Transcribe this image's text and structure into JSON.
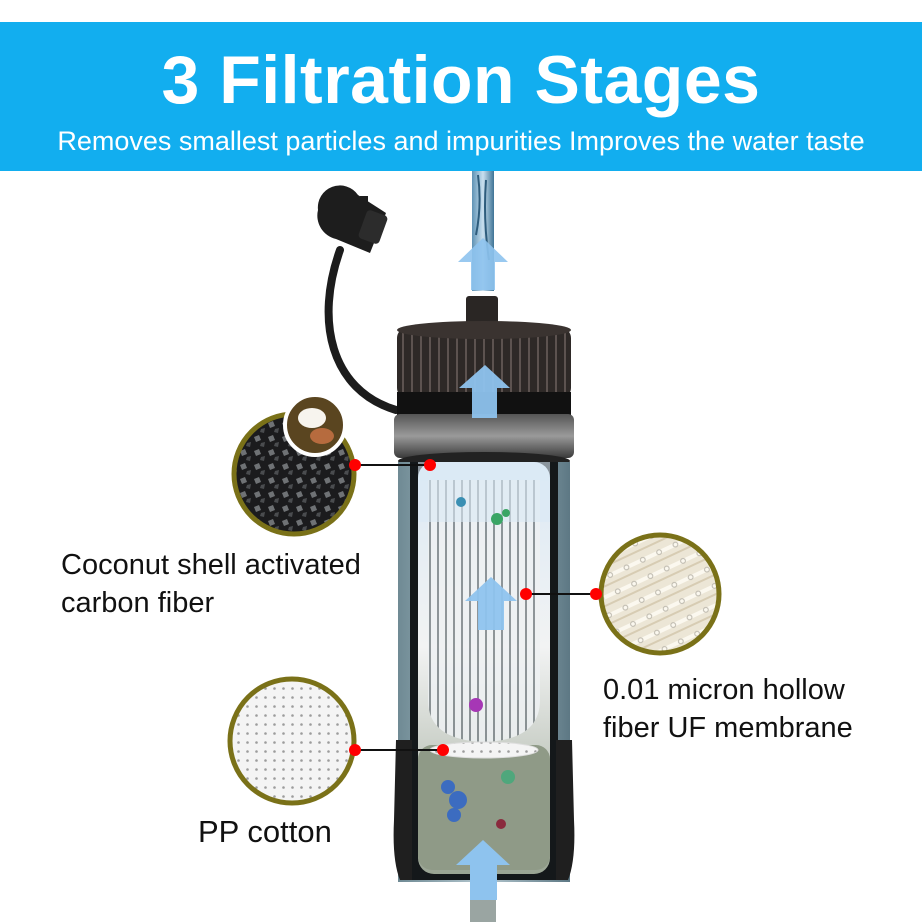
{
  "banner": {
    "title": "3 Filtration Stages",
    "subtitle": "Removes smallest particles and impurities Improves the water taste",
    "background_color": "#12AEEF",
    "text_color": "#FFFFFF"
  },
  "stages": [
    {
      "name": "Coconut shell activated carbon fiber",
      "label_line1": "Coconut shell activated",
      "label_line2": "carbon fiber",
      "icon": "activated-carbon-icon",
      "inset_icon": "coconut-icon"
    },
    {
      "name": "0.01 micron hollow fiber UF membrane",
      "label_line1": "0.01 micron hollow",
      "label_line2": "fiber UF membrane",
      "icon": "hollow-fiber-icon"
    },
    {
      "name": "PP cotton",
      "label_line1": "PP cotton",
      "icon": "pp-cotton-icon"
    }
  ],
  "diagram": {
    "product": "water filter straw",
    "flow_direction": "up",
    "accent_colors": {
      "marker_dot": "#FF0000",
      "circle_border": "#7A7118",
      "arrow": "#8EC3EE",
      "cap": "#2A2624"
    }
  }
}
